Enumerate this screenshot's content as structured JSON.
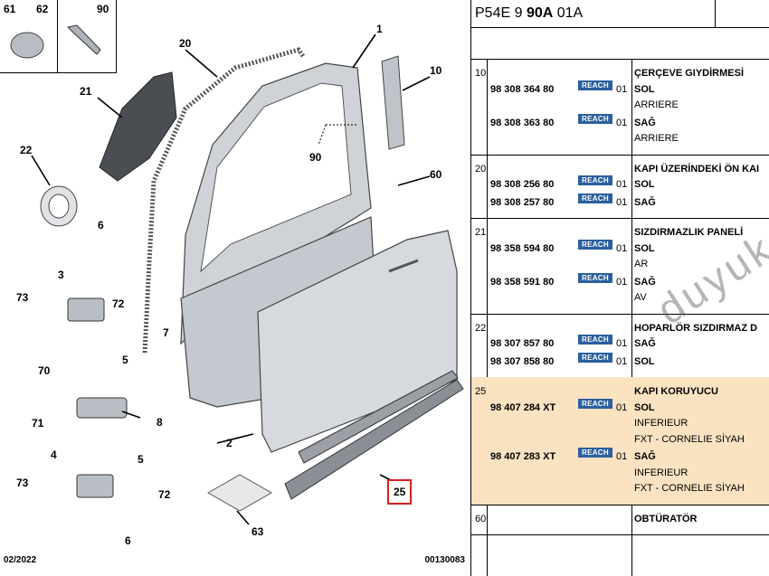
{
  "diagram": {
    "thumbs": [
      "61",
      "62",
      "90"
    ],
    "callouts": {
      "c20": "20",
      "c1": "1",
      "c10": "10",
      "c21": "21",
      "c90": "90",
      "c22": "22",
      "c60": "60",
      "c6a": "6",
      "c3": "3",
      "c73a": "73",
      "c72a": "72",
      "c7": "7",
      "c5a": "5",
      "c70": "70",
      "c71": "71",
      "c8": "8",
      "c2": "2",
      "c4": "4",
      "c5b": "5",
      "c73b": "73",
      "c72b": "72",
      "c6b": "6",
      "c63": "63",
      "c25": "25"
    },
    "footer_left": "02/2022",
    "footer_right": "00130083"
  },
  "table": {
    "header_code_a": "P54E 9 ",
    "header_code_b": "90A",
    "header_code_c": " 01A",
    "reach_label": "REACH",
    "groups": [
      {
        "num": "10",
        "rows": [
          {
            "pn": "98 308 364 80",
            "qty": "01",
            "title": "ÇERÇEVE GIYDİRMESİ",
            "lines": [
              "SOL",
              "ARRIERE"
            ]
          },
          {
            "pn": "98 308 363 80",
            "qty": "01",
            "lines": [
              "SAĞ",
              "ARRIERE"
            ]
          }
        ]
      },
      {
        "num": "20",
        "rows": [
          {
            "pn": "98 308 256 80",
            "qty": "01",
            "title": "KAPI ÜZERİNDEKİ ÖN KAI",
            "lines": [
              "SOL"
            ]
          },
          {
            "pn": "98 308 257 80",
            "qty": "01",
            "lines": [
              "SAĞ"
            ]
          }
        ]
      },
      {
        "num": "21",
        "rows": [
          {
            "pn": "98 358 594 80",
            "qty": "01",
            "title": "SIZDIRMAZLIK PANELİ",
            "lines": [
              "SOL",
              "AR"
            ]
          },
          {
            "pn": "98 358 591 80",
            "qty": "01",
            "lines": [
              "SAĞ",
              "AV"
            ]
          }
        ]
      },
      {
        "num": "22",
        "rows": [
          {
            "pn": "98 307 857 80",
            "qty": "01",
            "title": "HOPARLÖR SIZDIRMAZ D",
            "lines": [
              "SAĞ"
            ]
          },
          {
            "pn": "98 307 858 80",
            "qty": "01",
            "lines": [
              "SOL"
            ]
          }
        ]
      },
      {
        "num": "25",
        "rows": [
          {
            "pn": "98 407 284 XT",
            "qty": "01",
            "title": "KAPI KORUYUCU",
            "lines": [
              "SOL",
              "INFERIEUR",
              "FXT - CORNELIE SİYAH"
            ]
          },
          {
            "pn": "98 407 283 XT",
            "qty": "01",
            "lines": [
              "SAĞ",
              "INFERIEUR",
              "FXT - CORNELIE SİYAH"
            ]
          }
        ]
      },
      {
        "num": "60",
        "rows": [
          {
            "pn": "",
            "qty": "",
            "title": "OBTÜRATÖR",
            "lines": []
          }
        ]
      }
    ]
  },
  "watermark": "duyukoto.com",
  "colors": {
    "highlight_box": "#d61e1e",
    "selected_row": "#fbe3c2",
    "reach_badge": "#2c5f9e"
  }
}
